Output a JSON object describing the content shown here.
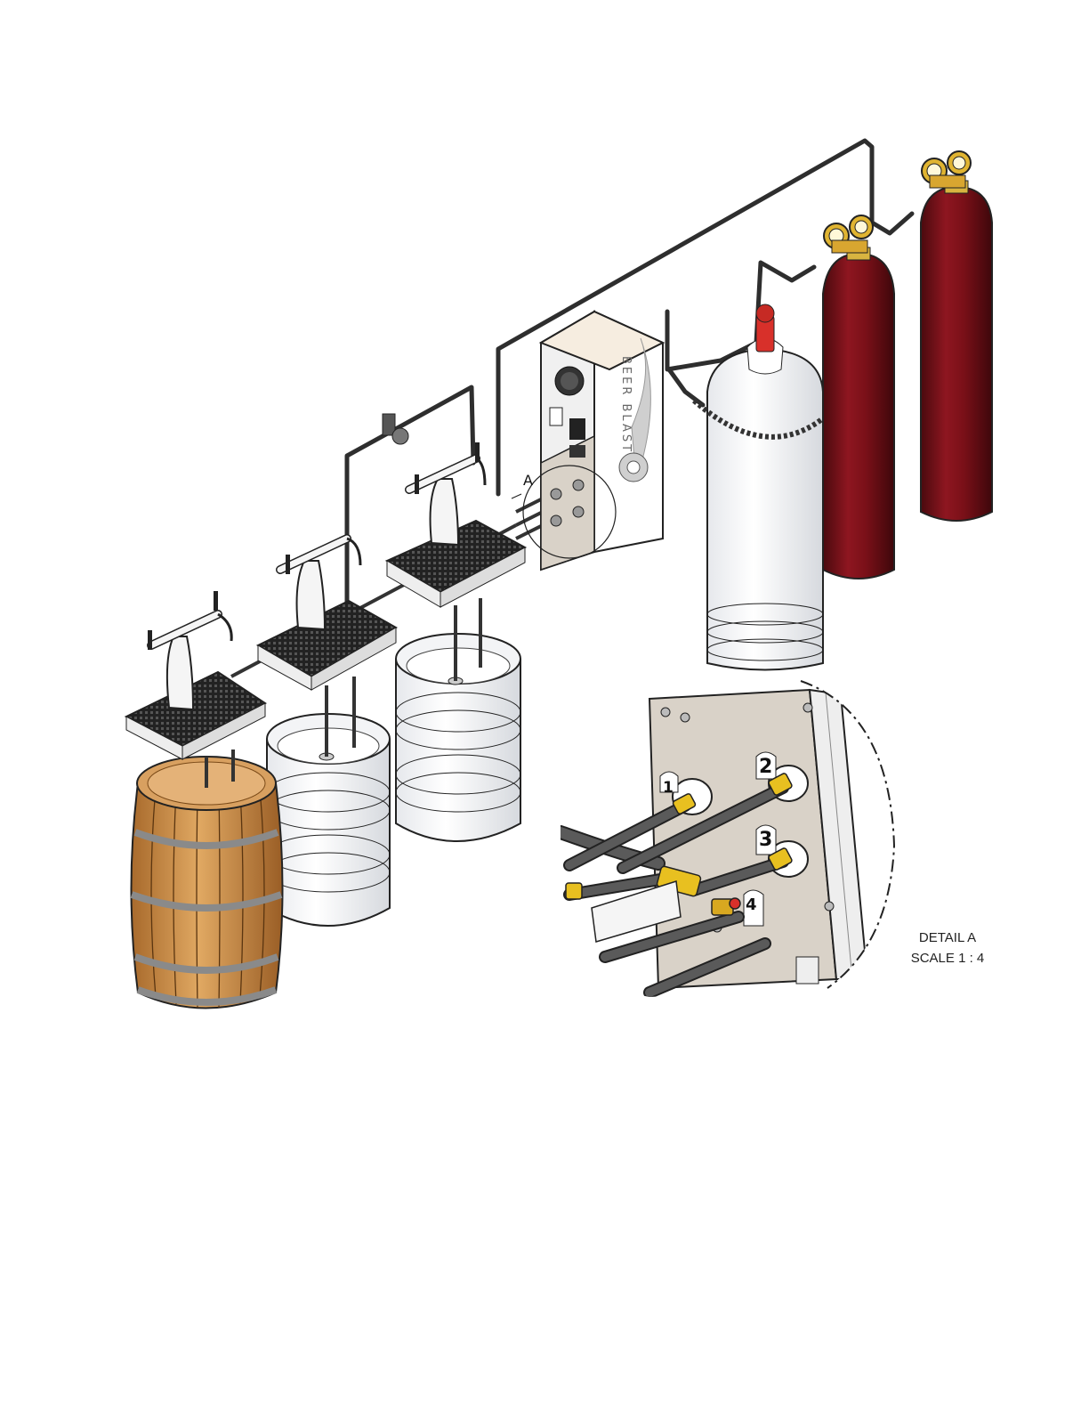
{
  "diagram": {
    "detail_caption": "DETAIL A",
    "scale_caption": "SCALE 1 : 4",
    "detail_marker": "A",
    "brand_text": "BEER BLAST",
    "ports": [
      "1",
      "2",
      "3",
      "4"
    ]
  },
  "colors": {
    "co2_cylinder": "#7a1018",
    "nitrogen_cylinder": "#f3f4f6",
    "barrel_wood": "#d69a55",
    "barrel_hoop": "#8a8a8a",
    "control_panel": "#d9d2c8",
    "regulator": "#e0b431",
    "fitting_brass": "#e8c020",
    "hose": "#3a3a3a",
    "red_valve": "#d8302a",
    "drip_tray": "#222222"
  }
}
